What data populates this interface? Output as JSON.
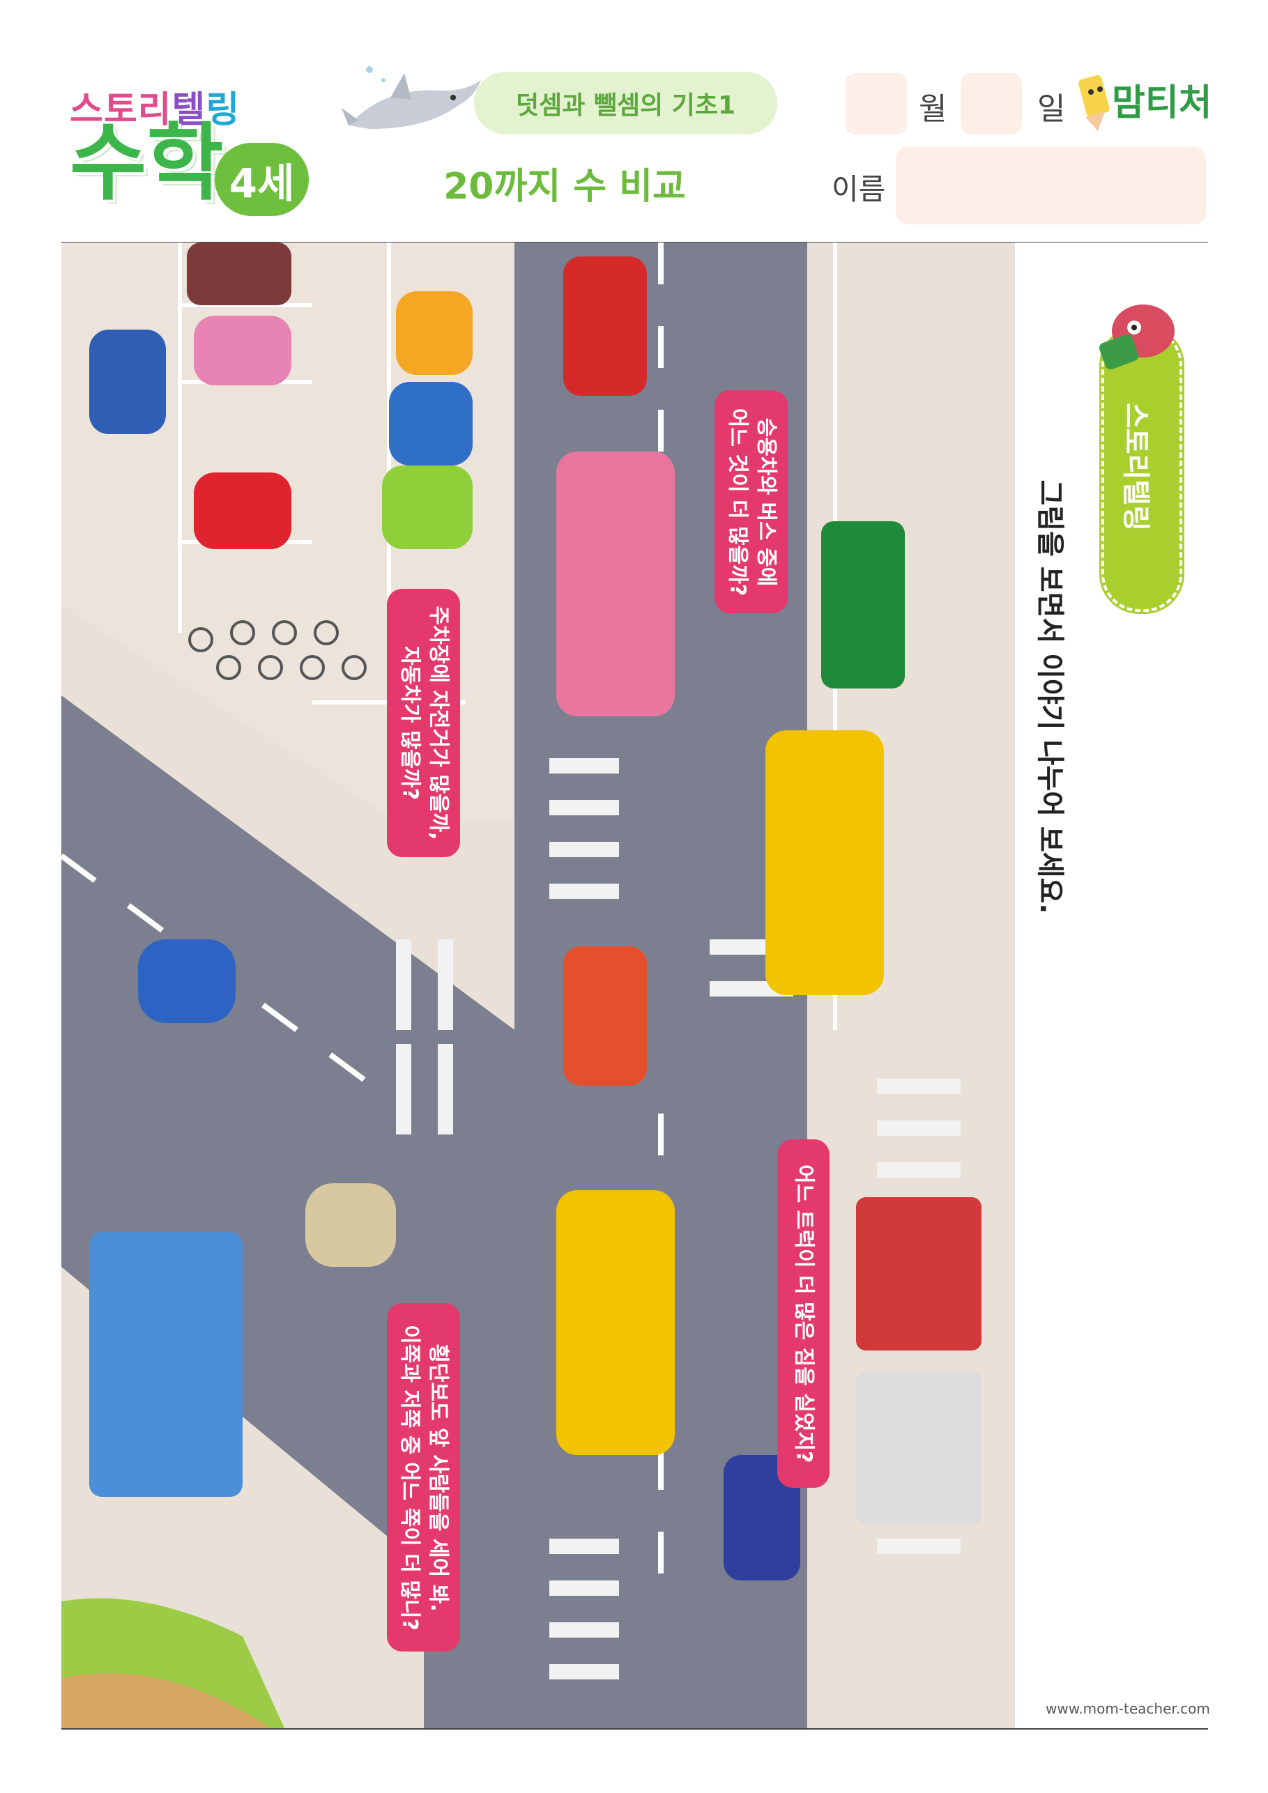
{
  "logo": {
    "top_chars": [
      "스토리",
      "텔",
      "링"
    ],
    "main": "수학",
    "age": "4세"
  },
  "header": {
    "topic": "덧셈과 뺄셈의 기초1",
    "title": "20까지 수 비교",
    "month_label": "월",
    "day_label": "일",
    "name_label": "이름",
    "brand": "맘티처"
  },
  "sidebar": {
    "badge": "스토리텔링",
    "instruction": "그림을 보면서 이야기 나누어 보세요.",
    "website": "www.mom-teacher.com"
  },
  "bubbles": [
    {
      "lines": [
        "승용차와 버스 중에",
        "어느 것이 더 많을까?"
      ]
    },
    {
      "lines": [
        "주차장에 자전거가 많을까,",
        "자동차가 많을까?"
      ]
    },
    {
      "lines": [
        "어느 트럭이 더 많은 짐을 실었지?"
      ]
    },
    {
      "lines": [
        "횡단보도 앞 사람들을 세어 봐.",
        "이쪽과 저쪽 중 어느 쪽이 더 많니?"
      ]
    }
  ],
  "colors": {
    "green": "#6cbb3c",
    "pink": "#e4396c",
    "road": "#7c7f90",
    "sidewalk": "#e9e1d8",
    "date_box": "#fdeee7"
  }
}
